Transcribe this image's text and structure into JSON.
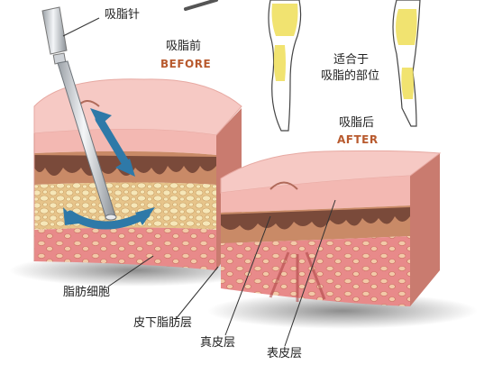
{
  "labels": {
    "cannula": "吸脂针",
    "before_cn": "吸脂前",
    "before_en": "BEFORE",
    "suitable_line1": "适合于",
    "suitable_line2": "吸脂的部位",
    "after_cn": "吸脂后",
    "after_en": "AFTER",
    "fat_cells": "脂肪细胞",
    "subcutaneous_fat": "皮下脂肪层",
    "dermis": "真皮层",
    "epidermis": "表皮层"
  },
  "colors": {
    "epidermis": "#f6c9c4",
    "dermis": "#c98a67",
    "dermis_dark": "#7a4a3a",
    "fat": "#f2e0a8",
    "deep_tissue": "#e88a8a",
    "arrow": "#2e79a8",
    "highlight": "#f0e060"
  }
}
